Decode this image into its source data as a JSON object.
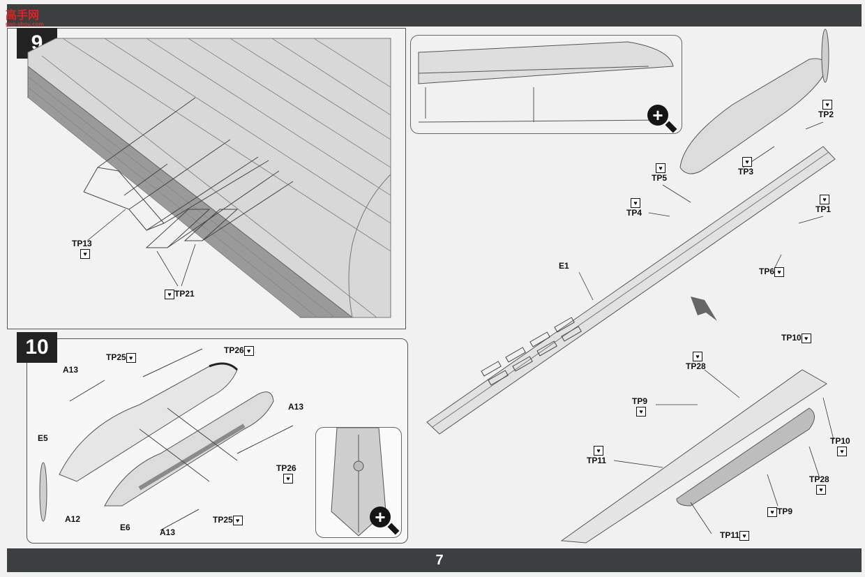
{
  "header": {
    "logo_chars": "高手网",
    "logo_url": "gao-shou.com"
  },
  "footer": {
    "page_number": "7"
  },
  "step9": {
    "number": "9",
    "labels": {
      "tp13": "TP13",
      "tp21": "TP21"
    }
  },
  "step10": {
    "number": "10",
    "labels": {
      "tp25_top": "TP25",
      "tp26_top": "TP26",
      "a13_left": "A13",
      "a13_right": "A13",
      "a13_bottom": "A13",
      "e5": "E5",
      "e6": "E6",
      "a12": "A12",
      "tp26_right": "TP26",
      "tp25_bottom": "TP25"
    }
  },
  "step11": {
    "labels": {
      "tp2": "TP2",
      "tp3": "TP3",
      "tp5": "TP5",
      "tp4": "TP4",
      "tp1": "TP1",
      "tp6": "TP6",
      "e1": "E1",
      "tp10_top": "TP10",
      "tp28_top": "TP28",
      "tp9_top": "TP9",
      "tp11_left": "TP11",
      "tp10_right": "TP10",
      "tp28_right": "TP28",
      "tp9_bottom": "TP9",
      "tp11_bottom": "TP11"
    }
  },
  "icons": {
    "etched_part": "photo-etch-icon",
    "zoom": "zoom-in-icon"
  }
}
